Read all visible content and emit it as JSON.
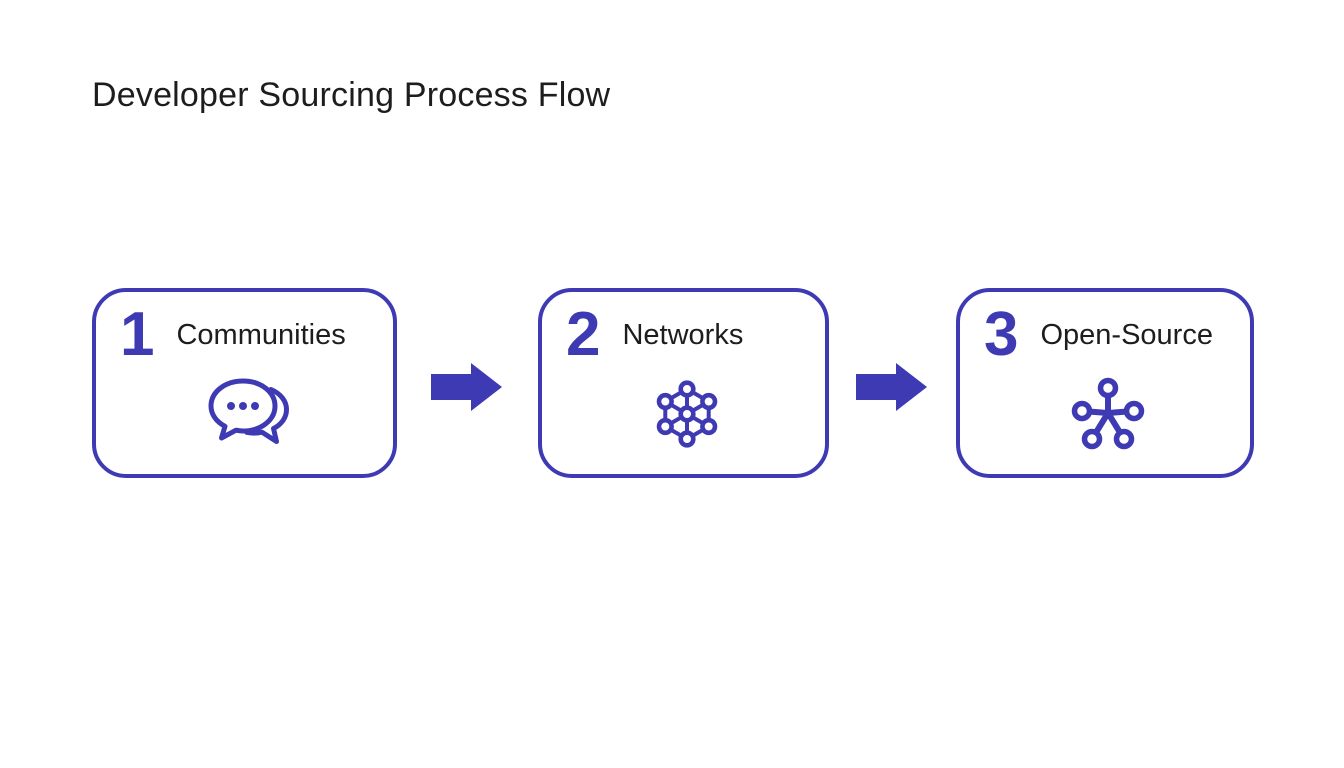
{
  "page": {
    "title": "Developer Sourcing Process Flow"
  },
  "colors": {
    "accent_indigo": "#3E3AB3",
    "text_dark": "#1D1D1F",
    "background": "#FFFFFF"
  },
  "steps": [
    {
      "number": "1",
      "label": "Communities",
      "icon": "chat-bubbles-icon"
    },
    {
      "number": "2",
      "label": "Networks",
      "icon": "network-mesh-icon"
    },
    {
      "number": "3",
      "label": "Open-Source",
      "icon": "star-graph-icon"
    }
  ],
  "connectors": [
    {
      "type": "right-arrow",
      "from": "Communities",
      "to": "Networks"
    },
    {
      "type": "right-arrow",
      "from": "Networks",
      "to": "Open-Source"
    }
  ]
}
